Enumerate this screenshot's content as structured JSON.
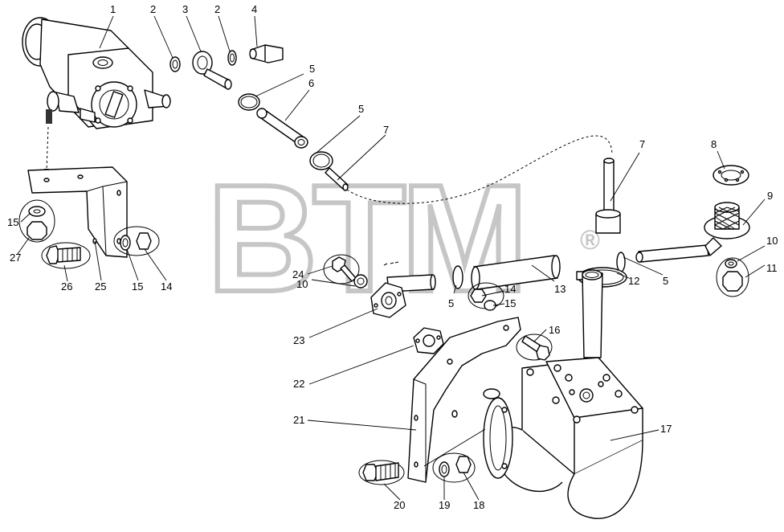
{
  "watermark": {
    "text": "BTM",
    "mark": "®",
    "color": "#bdbdbd"
  },
  "callouts": [
    {
      "id": "c1",
      "text": "1"
    },
    {
      "id": "c2a",
      "text": "2"
    },
    {
      "id": "c3",
      "text": "3"
    },
    {
      "id": "c2b",
      "text": "2"
    },
    {
      "id": "c4",
      "text": "4"
    },
    {
      "id": "c5a",
      "text": "5"
    },
    {
      "id": "c6",
      "text": "6"
    },
    {
      "id": "c5b",
      "text": "5"
    },
    {
      "id": "c7a",
      "text": "7"
    },
    {
      "id": "c7b",
      "text": "7"
    },
    {
      "id": "c8",
      "text": "8"
    },
    {
      "id": "c9",
      "text": "9"
    },
    {
      "id": "c10a",
      "text": "10"
    },
    {
      "id": "c11",
      "text": "11"
    },
    {
      "id": "c5c",
      "text": "5"
    },
    {
      "id": "c12",
      "text": "12"
    },
    {
      "id": "c13",
      "text": "13"
    },
    {
      "id": "c14a",
      "text": "14"
    },
    {
      "id": "c15a",
      "text": "15"
    },
    {
      "id": "c5d",
      "text": "5"
    },
    {
      "id": "c24",
      "text": "24"
    },
    {
      "id": "c10b",
      "text": "10"
    },
    {
      "id": "c23",
      "text": "23"
    },
    {
      "id": "c16",
      "text": "16"
    },
    {
      "id": "c22",
      "text": "22"
    },
    {
      "id": "c21",
      "text": "21"
    },
    {
      "id": "c17",
      "text": "17"
    },
    {
      "id": "c20",
      "text": "20"
    },
    {
      "id": "c19",
      "text": "19"
    },
    {
      "id": "c18",
      "text": "18"
    },
    {
      "id": "c15b",
      "text": "15"
    },
    {
      "id": "c27",
      "text": "27"
    },
    {
      "id": "c26",
      "text": "26"
    },
    {
      "id": "c25",
      "text": "25"
    },
    {
      "id": "c15c",
      "text": "15"
    },
    {
      "id": "c14b",
      "text": "14"
    }
  ]
}
